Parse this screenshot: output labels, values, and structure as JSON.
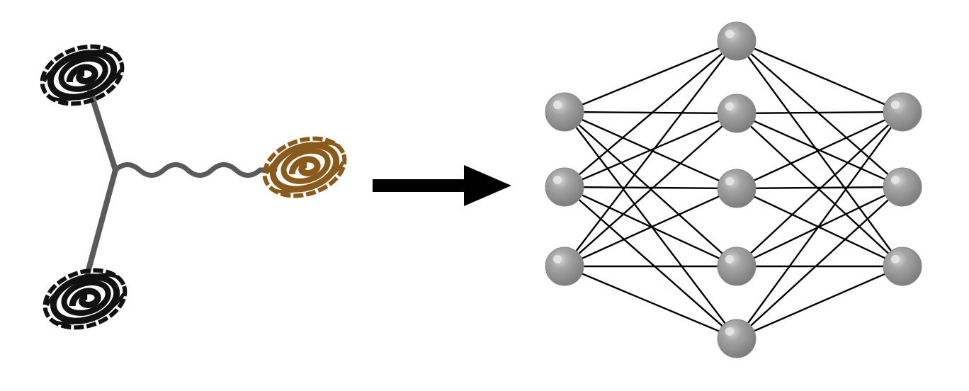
{
  "diagram": {
    "left_figure": {
      "kind": "vertex-with-three-legs",
      "legs": [
        {
          "type": "straight",
          "endpoint": "galaxy",
          "galaxy_color": "#111111"
        },
        {
          "type": "straight",
          "endpoint": "galaxy",
          "galaxy_color": "#111111"
        },
        {
          "type": "wavy",
          "endpoint": "galaxy",
          "galaxy_color": "#8a5a1c"
        }
      ],
      "leg_color": "#5a5a5a"
    },
    "arrow": {
      "direction": "right",
      "color": "#000000"
    },
    "neural_network": {
      "layers": [
        3,
        5,
        3
      ],
      "connectivity": "fully-connected",
      "node_color": "#9a9a9a",
      "edge_color": "#000000"
    }
  }
}
